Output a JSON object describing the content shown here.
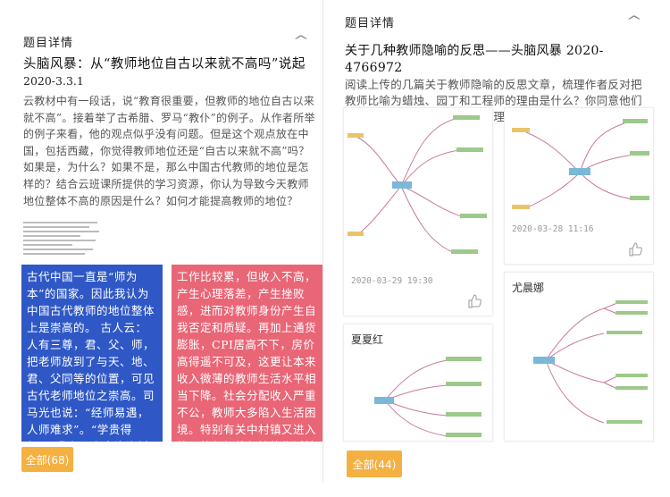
{
  "left": {
    "header_label": "题目详情",
    "title": "头脑风暴：从“教师地位自古以来就不高吗”说起",
    "date": "2020-3.3.1",
    "body": "云教材中有一段话，说“教育很重要，但教师的地位自古以来就不高”。接着举了古希腊、罗马“教仆”的例子。从作者所举的例子来看，他的观点似乎没有问题。但是这个观点放在中国，包括西藏，你觉得教师地位还是“自古以来就不高”吗？如果是，为什么？如果不是，那么中国古代教师的地位是怎样的？结合云班课所提供的学习资源，你认为导致今天教师地位整体不高的原因是什么？如何才能提高教师的地位？",
    "blue_block": "古代中国一直是“师为本”的国家。因此我认为中国古代教师的地位整体上是崇高的。 古人云：人有三尊，君、父、师，把老师放到了与天、地、君、父同等的位置，可见古代老师地位之崇高。司马光也说：“经师易遇，人师难求”。“学贵得师”，我在网上查询资料了解到学生求学拜师要行拜师",
    "red_block": "工作比较累，但收入不高，产生心理落差，产生挫败感，进而对教师身份产生自我否定和质疑。再加上通货膨胀，CPI居高不下，房价高得遥不可及，这更让本来收入微薄的教师生活水平相当下降。社会分配收入严重不公，教师大多陷入生活困境。特别有关中村镇又进入校园的年轻教师始终生活拮据，加班很多的人又",
    "all_label": "全部(68)"
  },
  "right": {
    "header_label": "题目详情",
    "title": "关于几种教师隐喻的反思——头脑风暴 2020-4766972",
    "body": "阅读上传的几篇关于教师隐喻的反思文章，梳理作者反对把教师比喻为蜡烛、园丁和工程师的理由是什么？你同意他们的看法吗？为什么？把你的梳理和意见用思维导图做出来。",
    "cards": [
      {
        "meta": "2020-03-29 19:30",
        "name": ""
      },
      {
        "meta": "2020-03-28 11:16",
        "name": ""
      },
      {
        "meta": "",
        "name": "夏夏红"
      },
      {
        "meta": "",
        "name": "尤晨娜"
      }
    ],
    "all_label": "全部(44)"
  },
  "colors": {
    "blue": "#2f58c6",
    "red": "#e96676",
    "orange": "#f5b042"
  }
}
